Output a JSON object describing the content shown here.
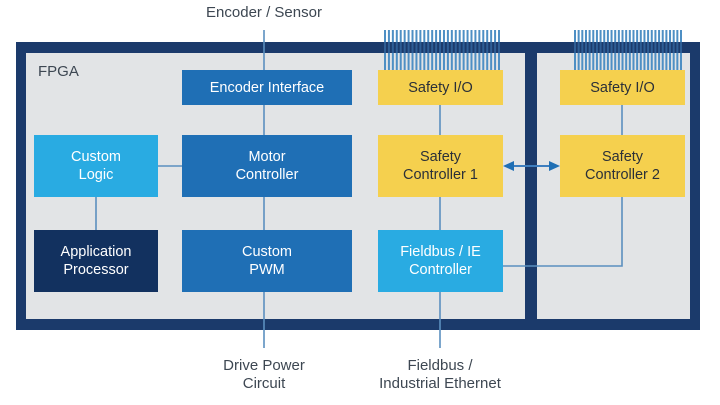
{
  "diagram": {
    "title": "FPGA motor drive and safety architecture block diagram",
    "fpga_label": "FPGA",
    "colors": {
      "frame_dark_blue": "#1B3A6B",
      "panel_gray": "#E2E4E6",
      "blue_mid": "#1F6FB5",
      "blue_light": "#29ABE2",
      "blue_dark": "#12315F",
      "yellow": "#F5D04E",
      "connector_line": "#5B8FBF",
      "label_text": "#3D4752",
      "background": "#FFFFFF"
    }
  },
  "external_labels": [
    {
      "id": "encoder-sensor",
      "text": "Encoder / Sensor"
    },
    {
      "id": "drive-power-circuit",
      "text": "Drive Power\nCircuit"
    },
    {
      "id": "fieldbus-industrial-ethernet",
      "text": "Fieldbus /\nIndustrial Ethernet"
    }
  ],
  "blocks": [
    {
      "id": "encoder-interface",
      "text": "Encoder Interface",
      "color": "blue-mid"
    },
    {
      "id": "custom-logic",
      "text": "Custom\nLogic",
      "color": "blue-light"
    },
    {
      "id": "motor-controller",
      "text": "Motor\nController",
      "color": "blue-mid"
    },
    {
      "id": "application-processor",
      "text": "Application\nProcessor",
      "color": "blue-dark"
    },
    {
      "id": "custom-pwm",
      "text": "Custom\nPWM",
      "color": "blue-mid"
    },
    {
      "id": "safety-io-1",
      "text": "Safety I/O",
      "color": "yellow"
    },
    {
      "id": "safety-controller-1",
      "text": "Safety\nController 1",
      "color": "yellow"
    },
    {
      "id": "fieldbus-ie-controller",
      "text": "Fieldbus / IE\nController",
      "color": "blue-light"
    },
    {
      "id": "safety-io-2",
      "text": "Safety I/O",
      "color": "yellow"
    },
    {
      "id": "safety-controller-2",
      "text": "Safety\nController 2",
      "color": "yellow"
    }
  ],
  "connectors": [
    {
      "id": "encoder-sensor-to-encoder-interface",
      "kind": "line"
    },
    {
      "id": "encoder-interface-to-motor-controller",
      "kind": "line"
    },
    {
      "id": "custom-logic-to-motor-controller",
      "kind": "line"
    },
    {
      "id": "custom-logic-to-application-processor",
      "kind": "line"
    },
    {
      "id": "motor-controller-to-custom-pwm",
      "kind": "line"
    },
    {
      "id": "custom-pwm-to-drive-power-circuit",
      "kind": "line"
    },
    {
      "id": "safety-io-1-to-safety-controller-1",
      "kind": "line"
    },
    {
      "id": "safety-controller-1-to-fieldbus-controller",
      "kind": "line"
    },
    {
      "id": "safety-controller-1-to-safety-controller-2",
      "kind": "double-arrow"
    },
    {
      "id": "safety-io-2-to-safety-controller-2",
      "kind": "line"
    },
    {
      "id": "safety-controller-2-to-fieldbus-controller",
      "kind": "line"
    },
    {
      "id": "fieldbus-controller-to-fieldbus-ethernet",
      "kind": "line"
    }
  ],
  "pin_combs": [
    {
      "id": "safety-io-1-pin-comb",
      "pin_count": 30
    },
    {
      "id": "safety-io-2-pin-comb",
      "pin_count": 30
    }
  ]
}
